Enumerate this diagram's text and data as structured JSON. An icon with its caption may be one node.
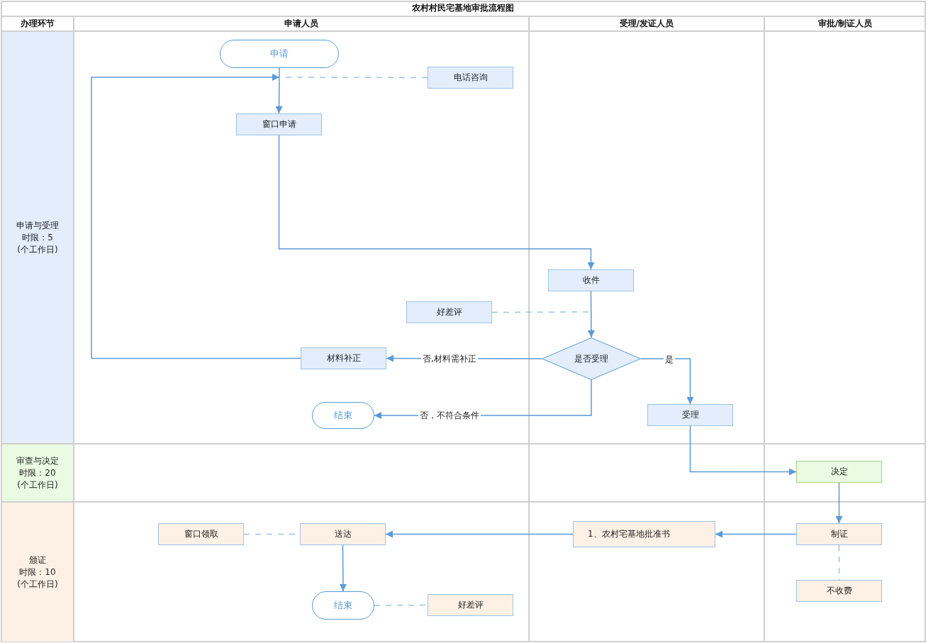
{
  "diagram": {
    "title": "农村村民宅基地审批流程图",
    "nodes": [
      {
        "text": [
          "申请"
        ]
      },
      {
        "text": [
          "电话咨询"
        ]
      },
      {
        "text": [
          "窗口申请"
        ]
      },
      {
        "text": [
          "收件"
        ]
      },
      {
        "text": [
          "好差评"
        ]
      },
      {
        "text": [
          "是否受理"
        ]
      },
      {
        "text": [
          "材料补正"
        ]
      },
      {
        "text": [
          "结束"
        ]
      },
      {
        "text": [
          "受理"
        ]
      },
      {
        "text": [
          "决定"
        ]
      },
      {
        "text": [
          "窗口领取"
        ]
      },
      {
        "text": [
          "送达"
        ]
      },
      {
        "text": [
          "1、农村宅基地批准书"
        ]
      },
      {
        "text": [
          "制证"
        ]
      },
      {
        "text": [
          "结束"
        ]
      },
      {
        "text": [
          "不收费"
        ]
      },
      {
        "text": [
          "好差评"
        ]
      }
    ],
    "edges": [
      {
        "from": 0,
        "to": 2,
        "arrow": "to"
      },
      {
        "from": 1,
        "to": 0,
        "arrow": "none",
        "style": "dashed"
      },
      {
        "from": 2,
        "to": 3,
        "arrow": "to"
      },
      {
        "from": 3,
        "to": 5,
        "arrow": "to"
      },
      {
        "from": 4,
        "to": null,
        "arrow": "none",
        "style": "dashed"
      },
      {
        "from": 5,
        "to": 6,
        "arrow": "to",
        "label": "否,材料需补正"
      },
      {
        "from": 6,
        "to": 0,
        "arrow": "to"
      },
      {
        "from": 5,
        "to": 7,
        "arrow": "to",
        "label": "否，不符合条件"
      },
      {
        "from": 5,
        "to": 8,
        "arrow": "to",
        "label": "是"
      },
      {
        "from": 8,
        "to": 9,
        "arrow": "to"
      },
      {
        "from": 9,
        "to": 13,
        "arrow": "to"
      },
      {
        "from": 13,
        "to": 12,
        "arrow": "to"
      },
      {
        "from": 12,
        "to": 11,
        "arrow": "to"
      },
      {
        "from": 10,
        "to": 11,
        "arrow": "none",
        "style": "dashed"
      },
      {
        "from": 11,
        "to": 14,
        "arrow": "to"
      },
      {
        "from": 13,
        "to": 15,
        "arrow": "none",
        "style": "dashed"
      },
      {
        "from": 14,
        "to": 16,
        "arrow": "none",
        "style": "dashed"
      }
    ],
    "labels": [
      "办理环节",
      "申请人员",
      "受理/发证人员",
      "审批/制证人员",
      "申请与受理",
      "时限：5",
      "(个工作日)",
      "审查与决定",
      "时限：20",
      "(个工作日)",
      "颁证",
      "时限：10",
      "(个工作日)"
    ]
  }
}
